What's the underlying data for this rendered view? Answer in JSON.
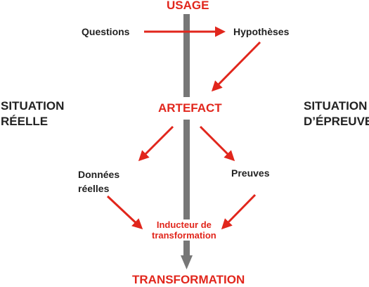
{
  "colors": {
    "accent": "#e1261c",
    "axis": "#777777",
    "text": "#222222"
  },
  "top_label": "USAGE",
  "bottom_label": "TRANSFORMATION",
  "center_label": "ARTEFACT",
  "left_side": {
    "line1": "SITUATION",
    "line2": "RÉELLE"
  },
  "right_side": {
    "line1": "SITUATION",
    "line2": "D’ÉPREUVE"
  },
  "nodes": {
    "questions": "Questions",
    "hypotheses": "Hypothèses",
    "donnees_line1": "Données",
    "donnees_line2": "réelles",
    "preuves": "Preuves",
    "inducteur_line1": "Inducteur de",
    "inducteur_line2": "transformation"
  }
}
